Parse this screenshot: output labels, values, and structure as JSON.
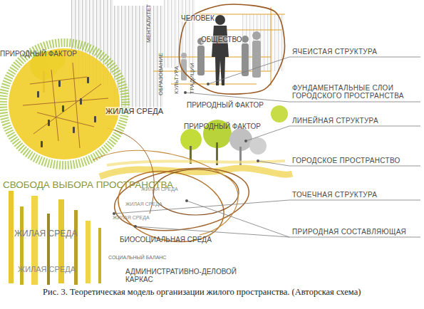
{
  "diagram": {
    "caption": "Рис. 3. Теоретическая модель организации жилого пространства. (Авторская схема)",
    "nodes": [
      {
        "text": [
          "ЖИЛАЯ СРЕДА"
        ]
      },
      {
        "text": [
          "ЧЕЛОВЕК",
          "ОБЩЕСТВО"
        ]
      }
    ],
    "labels": [
      "ПРИРОДНЫЙ ФАКТОР",
      "МЕНТАЛИТЕТ",
      "ОБРАЗОВАНИЕ",
      "КУЛЬТУРА",
      "ТРАДИЦИИ",
      "ЯЧЕИСТАЯ СТРУКТУРА",
      "ФУНДАМЕНТАЛЬНЫЕ СЛОИ ГОРОДСКОГО ПРОСТРАНСТВА",
      "ПРИРОДНЫЙ ФАКТОР",
      "ЛИНЕЙНАЯ СТРУКТУРА",
      "ПРИРОДНЫЙ ФАКТОР",
      "ГОРОДСКОЕ ПРОСТРАНСТВО",
      "СВОБОДА ВЫБОРА ПРОСТРАНСТВА",
      "ТОЧЕЧНАЯ СТРУКТУРА",
      "ЖИЛАЯ СРЕДА",
      "ЖИЛАЯ СРЕДА",
      "ЖИЛАЯ СРЕДА",
      "ПРИРОДНАЯ СОСТАВЛЯЮЩАЯ",
      "ЖИЛАЯ СРЕДА",
      "БИОСОЦИАЛЬНАЯ СРЕДА",
      "СОЦИАЛЬНЫЙ БАЛАНС",
      "ЖИЛАЯ СРЕДА",
      "АДМИНИСТРАТИВНО-ДЕЛОВОЙ КАРКАС"
    ]
  }
}
